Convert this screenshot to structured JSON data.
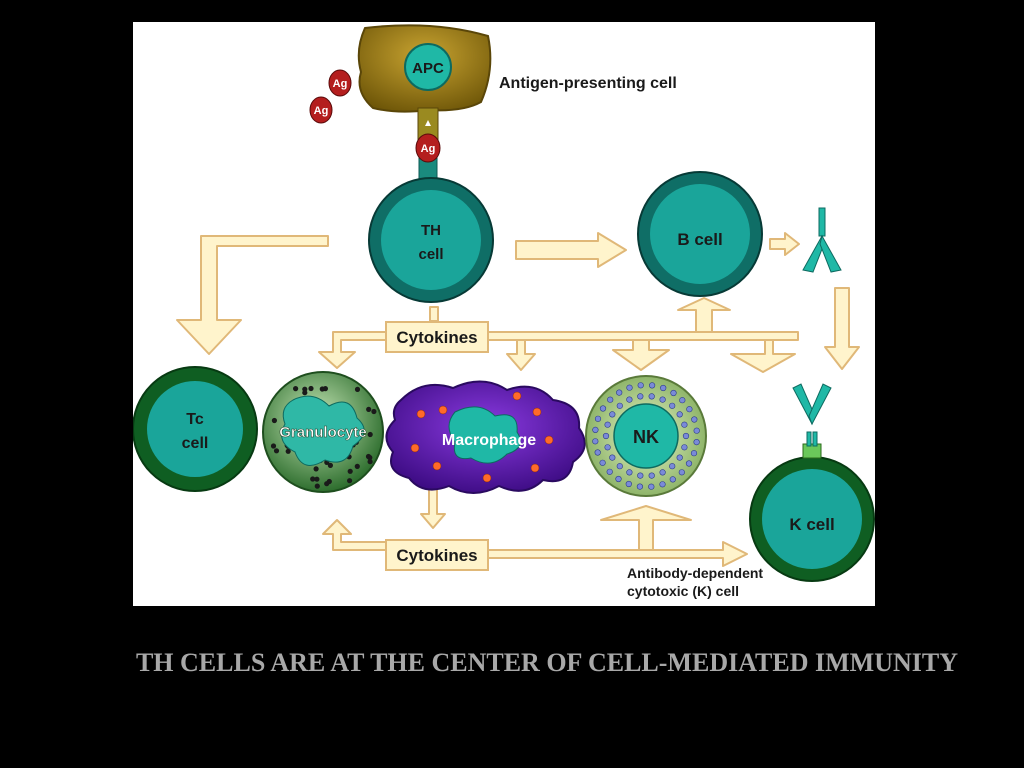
{
  "diagram": {
    "apc_label": "APC",
    "apc_caption": "Antigen-presenting cell",
    "antigen_label": "Ag",
    "th_line1": "TH",
    "th_line2": "cell",
    "b_cell": "B cell",
    "cytokines_top": "Cytokines",
    "cytokines_bottom": "Cytokines",
    "tc_line1": "Tc",
    "tc_line2": "cell",
    "granulocyte": "Granulocyte",
    "macrophage": "Macrophage",
    "nk": "NK",
    "k_cell": "K cell",
    "k_caption_line1": "Antibody-dependent",
    "k_caption_line2": "cytotoxic (K) cell",
    "colors": {
      "arrow_fill": "#fff4cc",
      "arrow_stroke": "#e0b878",
      "teal_cell": "#1aa59a",
      "dark_green_cell": "#0d5a1c",
      "apc": "#9a7c14",
      "macrophage": "#5a1aa8",
      "antigen": "#b41e1e"
    }
  },
  "caption": "TH CELLS ARE AT THE CENTER OF CELL-MEDIATED IMMUNITY"
}
